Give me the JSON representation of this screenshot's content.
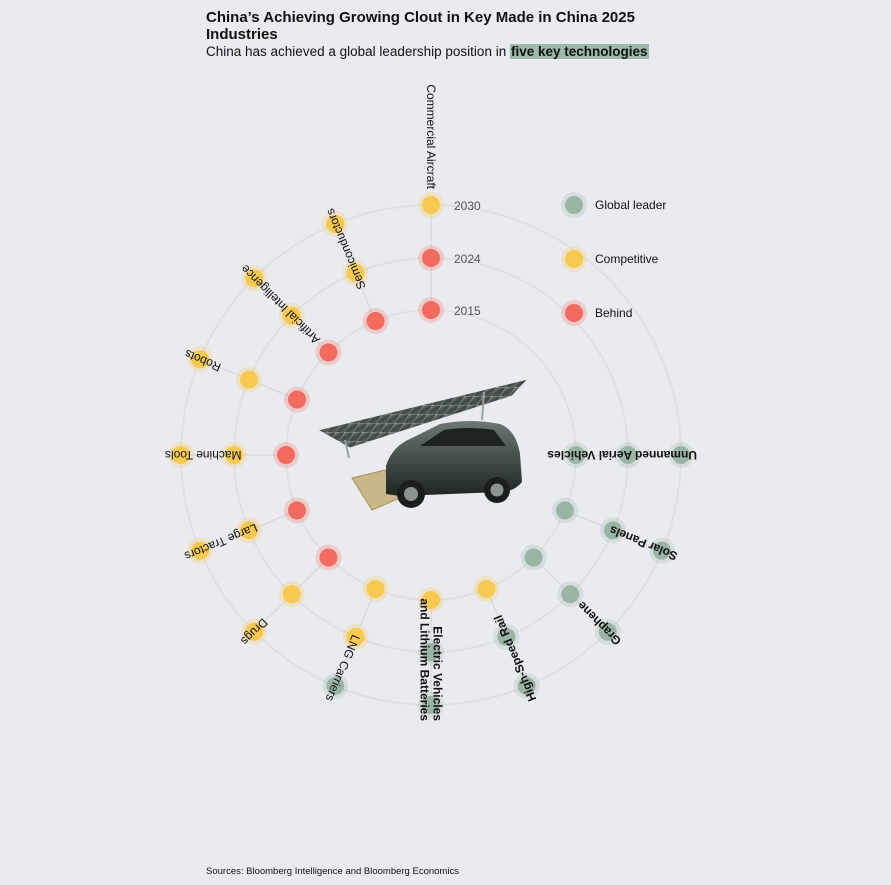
{
  "title": "China’s Achieving Growing Clout in Key Made in China 2025 Industries",
  "subtitle": {
    "text": "China has achieved a global leadership position in ",
    "highlight": "five key technologies"
  },
  "source": "Sources: Bloomberg Intelligence and Bloomberg Economics",
  "colors": {
    "leader": "#9bb5a5",
    "competitive": "#f7c94e",
    "behind": "#f26b5e",
    "background": "#eaebef",
    "highlight": "#9dbaa8"
  },
  "chart_data": {
    "type": "radial-dot",
    "title": "China’s Achieving Growing Clout in Key Made in China 2025 Industries",
    "subtitle": "China has achieved a global leadership position in five key technologies",
    "years": [
      "2015",
      "2024",
      "2030"
    ],
    "status_levels": [
      "Global leader",
      "Competitive",
      "Behind"
    ],
    "legend": [
      {
        "key": "leader",
        "label": "Global leader"
      },
      {
        "key": "competitive",
        "label": "Competitive"
      },
      {
        "key": "behind",
        "label": "Behind"
      }
    ],
    "legend_position": "top-right",
    "industries": [
      {
        "name": "Commercial Aircraft",
        "highlight": false,
        "status": {
          "2015": "behind",
          "2024": "behind",
          "2030": "competitive"
        }
      },
      {
        "name": "Semiconductors",
        "highlight": false,
        "status": {
          "2015": "behind",
          "2024": "competitive",
          "2030": "competitive"
        }
      },
      {
        "name": "Artificial Intelligence",
        "highlight": false,
        "status": {
          "2015": "behind",
          "2024": "competitive",
          "2030": "competitive"
        }
      },
      {
        "name": "Robots",
        "highlight": false,
        "status": {
          "2015": "behind",
          "2024": "competitive",
          "2030": "competitive"
        }
      },
      {
        "name": "Machine Tools",
        "highlight": false,
        "status": {
          "2015": "behind",
          "2024": "competitive",
          "2030": "competitive"
        }
      },
      {
        "name": "Large Tractors",
        "highlight": false,
        "status": {
          "2015": "behind",
          "2024": "competitive",
          "2030": "competitive"
        }
      },
      {
        "name": "Drugs",
        "highlight": false,
        "status": {
          "2015": "behind",
          "2024": "competitive",
          "2030": "competitive"
        }
      },
      {
        "name": "LNG Carriers",
        "highlight": false,
        "status": {
          "2015": "competitive",
          "2024": "competitive",
          "2030": "leader"
        }
      },
      {
        "name": "Electric Vehicles\nand Lithium Batteries",
        "highlight": true,
        "status": {
          "2015": "competitive",
          "2024": "leader",
          "2030": "leader"
        }
      },
      {
        "name": "High-Speed Rail",
        "highlight": true,
        "status": {
          "2015": "competitive",
          "2024": "leader",
          "2030": "leader"
        }
      },
      {
        "name": "Graphene",
        "highlight": true,
        "status": {
          "2015": "leader",
          "2024": "leader",
          "2030": "leader"
        }
      },
      {
        "name": "Solar Panels",
        "highlight": true,
        "status": {
          "2015": "leader",
          "2024": "leader",
          "2030": "leader"
        }
      },
      {
        "name": "Unmanned Aerial Vehicles",
        "highlight": true,
        "status": {
          "2015": "leader",
          "2024": "leader",
          "2030": "leader"
        }
      }
    ]
  }
}
